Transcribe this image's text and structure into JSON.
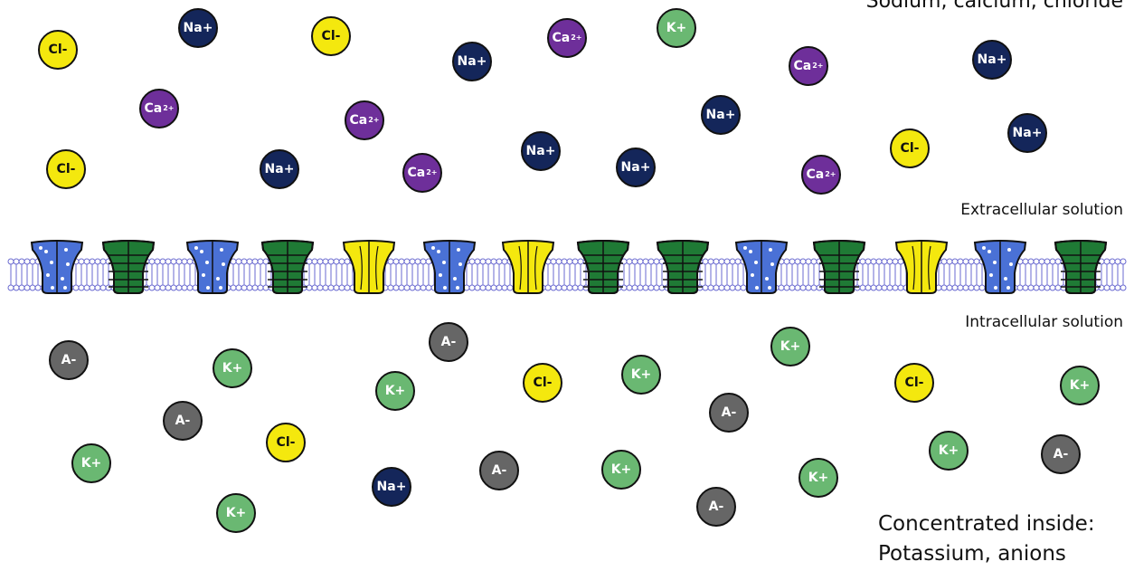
{
  "colors": {
    "Na+": "#14265a",
    "Ca2+": "#6e2f9a",
    "Cl-": "#f4e80e",
    "K+": "#6ab872",
    "A-": "#666666",
    "channel_blue": "#4a71d6",
    "channel_green": "#1f7a35",
    "channel_yellow": "#f4e80e",
    "lipid": "#6a6ad0"
  },
  "labels": {
    "top_label": "Sodium, calcium, chloride",
    "extracellular": "Extracellular solution",
    "intracellular": "Intracellular solution",
    "bottom_line1": "Concentrated inside:",
    "bottom_line2": "Potassium, anions"
  },
  "ion_text": {
    "Na+": "Na+",
    "Cl-": "Cl-",
    "Ca2+": "Ca",
    "Ca2+_sup": "2+",
    "K+": "K+",
    "A-": "A-"
  },
  "ions_outside": [
    "Cl-",
    "Na+",
    "Cl-",
    "Na+",
    "Ca2+",
    "K+",
    "Ca2+",
    "Na+",
    "Ca2+",
    "Ca2+",
    "Na+",
    "Na+",
    "Cl-",
    "Na+",
    "Ca2+",
    "Na+",
    "Cl-",
    "Na+",
    "Ca2+"
  ],
  "ions_inside": [
    "A-",
    "K+",
    "A-",
    "K+",
    "A-",
    "K+",
    "Cl-",
    "Cl-",
    "K+",
    "K+",
    "A-",
    "K+",
    "Cl-",
    "K+",
    "K+",
    "Na+",
    "A-",
    "K+",
    "A-",
    "K+",
    "A-"
  ],
  "channels": [
    "blue",
    "green",
    "blue",
    "green",
    "yellow",
    "blue",
    "yellow",
    "green",
    "green",
    "blue",
    "green",
    "yellow",
    "blue",
    "green"
  ]
}
